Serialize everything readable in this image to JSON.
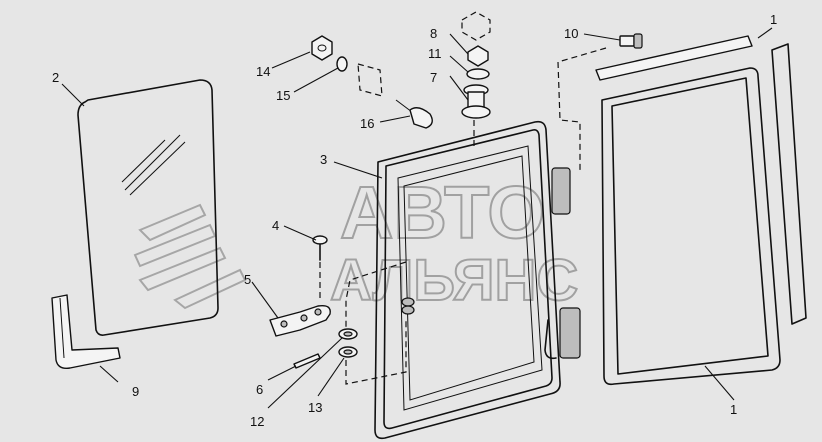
{
  "watermark": {
    "line1": "АВТО",
    "line2": "АЛЬЯНС"
  },
  "callouts": {
    "c1_top": "1",
    "c1_bottom": "1",
    "c2": "2",
    "c3": "3",
    "c4": "4",
    "c5": "5",
    "c6": "6",
    "c7": "7",
    "c8": "8",
    "c9": "9",
    "c10": "10",
    "c11": "11",
    "c12": "12",
    "c13": "13",
    "c14": "14",
    "c15": "15",
    "c16": "16"
  }
}
